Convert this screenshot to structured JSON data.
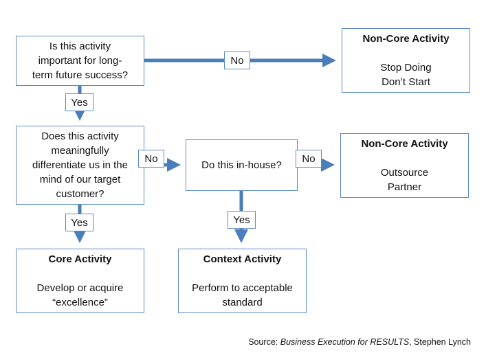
{
  "colors": {
    "border": "#5b8ac4",
    "arrow": "#4a7ebb",
    "text": "#111111"
  },
  "decisions": {
    "q1": {
      "lines": [
        "Is this activity",
        "important for long-",
        "term future success?"
      ]
    },
    "q2": {
      "lines": [
        "Does this activity",
        "meaningfully",
        "differentiate us in the",
        "mind of our target",
        "customer?"
      ]
    },
    "q3": {
      "text": "Do this in-house?"
    }
  },
  "outcomes": {
    "noncore1": {
      "title": "Non-Core Activity",
      "lines": [
        "Stop Doing",
        "Don’t Start"
      ]
    },
    "noncore2": {
      "title": "Non-Core Activity",
      "lines": [
        "Outsource",
        "Partner"
      ]
    },
    "core": {
      "title": "Core Activity",
      "lines": [
        "Develop or acquire",
        "“excellence”"
      ]
    },
    "context": {
      "title": "Context Activity",
      "lines": [
        "Perform to acceptable",
        "standard"
      ]
    }
  },
  "labels": {
    "no": "No",
    "yes": "Yes"
  },
  "source": {
    "prefix": "Source: ",
    "book": "Business Execution for RESULTS",
    "suffix": ", Stephen Lynch"
  }
}
